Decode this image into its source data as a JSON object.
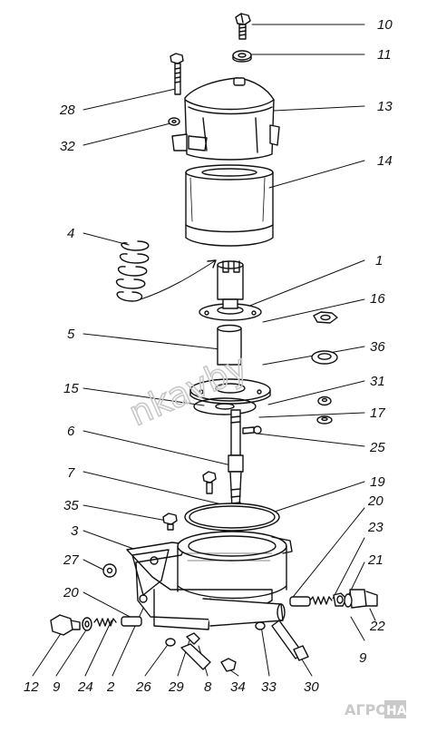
{
  "parts": [
    {
      "id": "label-10",
      "text": "10"
    },
    {
      "id": "label-11",
      "text": "11"
    },
    {
      "id": "label-28",
      "text": "28"
    },
    {
      "id": "label-13",
      "text": "13"
    },
    {
      "id": "label-32",
      "text": "32"
    },
    {
      "id": "label-14",
      "text": "14"
    },
    {
      "id": "label-4",
      "text": "4"
    },
    {
      "id": "label-1",
      "text": "1"
    },
    {
      "id": "label-16",
      "text": "16"
    },
    {
      "id": "label-5",
      "text": "5"
    },
    {
      "id": "label-36",
      "text": "36"
    },
    {
      "id": "label-15",
      "text": "15"
    },
    {
      "id": "label-31",
      "text": "31"
    },
    {
      "id": "label-17",
      "text": "17"
    },
    {
      "id": "label-6",
      "text": "6"
    },
    {
      "id": "label-25",
      "text": "25"
    },
    {
      "id": "label-7",
      "text": "7"
    },
    {
      "id": "label-19",
      "text": "19"
    },
    {
      "id": "label-20a",
      "text": "20"
    },
    {
      "id": "label-35",
      "text": "35"
    },
    {
      "id": "label-3",
      "text": "3"
    },
    {
      "id": "label-23",
      "text": "23"
    },
    {
      "id": "label-27",
      "text": "27"
    },
    {
      "id": "label-21",
      "text": "21"
    },
    {
      "id": "label-20b",
      "text": "20"
    },
    {
      "id": "label-22",
      "text": "22"
    },
    {
      "id": "label-9a",
      "text": "9"
    },
    {
      "id": "label-12",
      "text": "12"
    },
    {
      "id": "label-9b",
      "text": "9"
    },
    {
      "id": "label-24",
      "text": "24"
    },
    {
      "id": "label-2",
      "text": "2"
    },
    {
      "id": "label-26",
      "text": "26"
    },
    {
      "id": "label-29",
      "text": "29"
    },
    {
      "id": "label-8",
      "text": "8"
    },
    {
      "id": "label-34",
      "text": "34"
    },
    {
      "id": "label-33",
      "text": "33"
    },
    {
      "id": "label-30",
      "text": "30"
    }
  ],
  "watermark": "nkavby",
  "logo": {
    "part1": "АГРО",
    "part2": "НА"
  }
}
